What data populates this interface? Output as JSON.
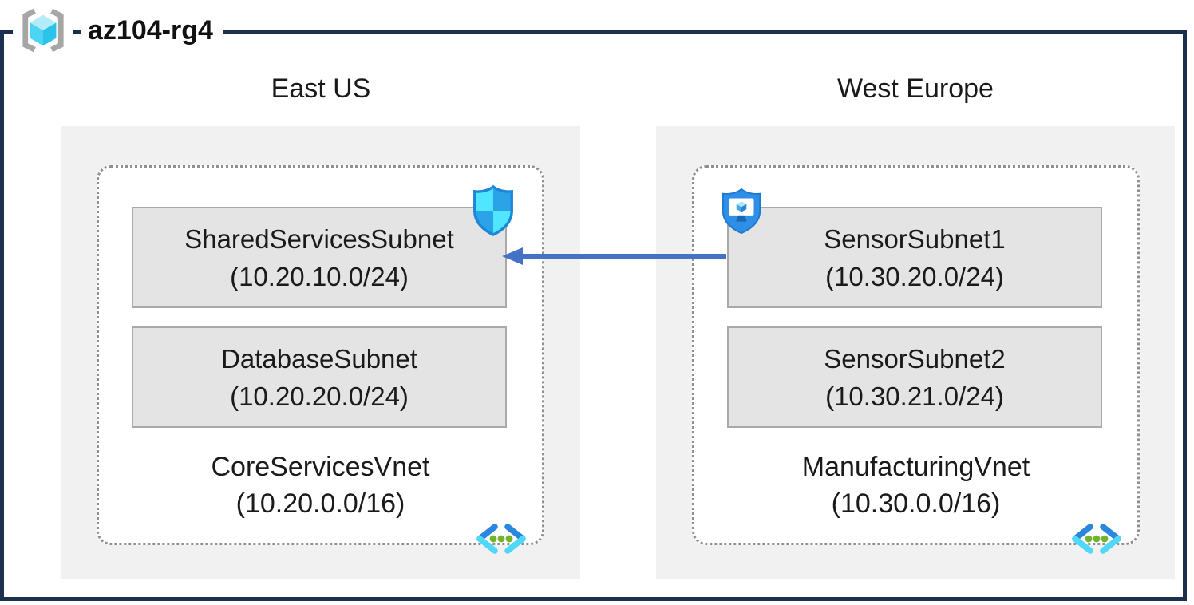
{
  "resource_group": {
    "label": "az104-rg4"
  },
  "regions": [
    {
      "name": "East US",
      "vnet": {
        "name": "CoreServicesVnet",
        "cidr": "(10.20.0.0/16)",
        "corner_icon": "virtual-network-icon",
        "subnets": [
          {
            "name": "SharedServicesSubnet",
            "cidr": "(10.20.10.0/24)",
            "badge_icon": "network-security-group-shield-icon"
          },
          {
            "name": "DatabaseSubnet",
            "cidr": "(10.20.20.0/24)"
          }
        ]
      }
    },
    {
      "name": "West Europe",
      "vnet": {
        "name": "ManufacturingVnet",
        "cidr": "(10.30.0.0/16)",
        "corner_icon": "virtual-network-icon",
        "subnets": [
          {
            "name": "SensorSubnet1",
            "cidr": "(10.30.20.0/24)",
            "badge_icon": "shielded-vm-icon"
          },
          {
            "name": "SensorSubnet2",
            "cidr": "(10.30.21.0/24)"
          }
        ]
      }
    }
  ],
  "connection": {
    "from": "SensorSubnet1",
    "to": "SharedServicesSubnet",
    "direction": "right-to-left",
    "color": "#4472c4"
  },
  "colors": {
    "frame_navy": "#1c2f4e",
    "region_fill": "#f1f1f2",
    "subnet_fill": "#e4e4e5",
    "subnet_border": "#a9a9a9",
    "dotted_border": "#8f8f8f",
    "arrow_blue": "#4472c4",
    "azure_blue": "#2b87dd",
    "light_cyan": "#50e6ff",
    "dot_green": "#72b32c",
    "bracket_gray": "#a6a6a6"
  }
}
